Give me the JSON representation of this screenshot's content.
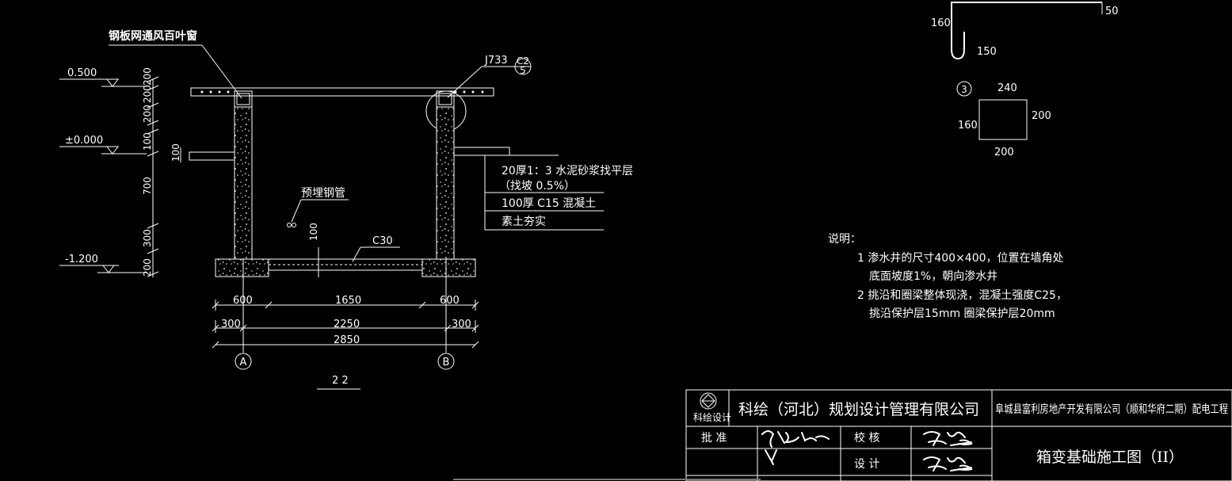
{
  "section": {
    "vent_label": "钢板网通风百叶窗",
    "beam_tag": "J733",
    "detail_ref_top": "C2",
    "detail_ref_bottom": "5",
    "level_top": "0.500",
    "level_zero": "±0.000",
    "level_bottom": "-1.200",
    "vdims": [
      "200",
      "200",
      "200",
      "100",
      "700",
      "300",
      "200"
    ],
    "pipe_dim": "100",
    "pipe_label": "预埋钢管",
    "slab_label": "C30",
    "slab_dim": "100",
    "layer_1": "20厚1：3  水泥砂浆找平层",
    "layer_1b": "（找坡 0.5%）",
    "layer_2": "100厚 C15 混凝土",
    "layer_3": "素土夯实",
    "dim_row1": [
      "600",
      "1650",
      "600"
    ],
    "dim_row2": [
      "300",
      "2250",
      "300"
    ],
    "dim_row3": "2850",
    "axis_a": "A",
    "axis_b": "B",
    "section_title": "2 2"
  },
  "detail_hook": {
    "d160": "160",
    "d50": "50",
    "d150": "150"
  },
  "detail_3": {
    "marker": "3",
    "top": "240",
    "right": "200",
    "left": "160",
    "bottom": "200"
  },
  "notes": {
    "heading": "说明：",
    "items": [
      "1  渗水井的尺寸400×400，位置在墙角处",
      "底面坡度1%，朝向渗水井",
      "2  挑沿和圈梁整体现浇，混凝土强度C25，",
      "挑沿保护层15mm  圈梁保护层20mm"
    ]
  },
  "titleblock": {
    "logo_caption": "科绘设计",
    "company": "科绘（河北）规划设计管理有限公司",
    "project": "阜城县富利房地产开发有限公司（顺和华府二期）配电工程",
    "drawing_title": "箱变基础施工图（II）",
    "approve": "批  准",
    "check": "校  核",
    "design": "设  计"
  }
}
